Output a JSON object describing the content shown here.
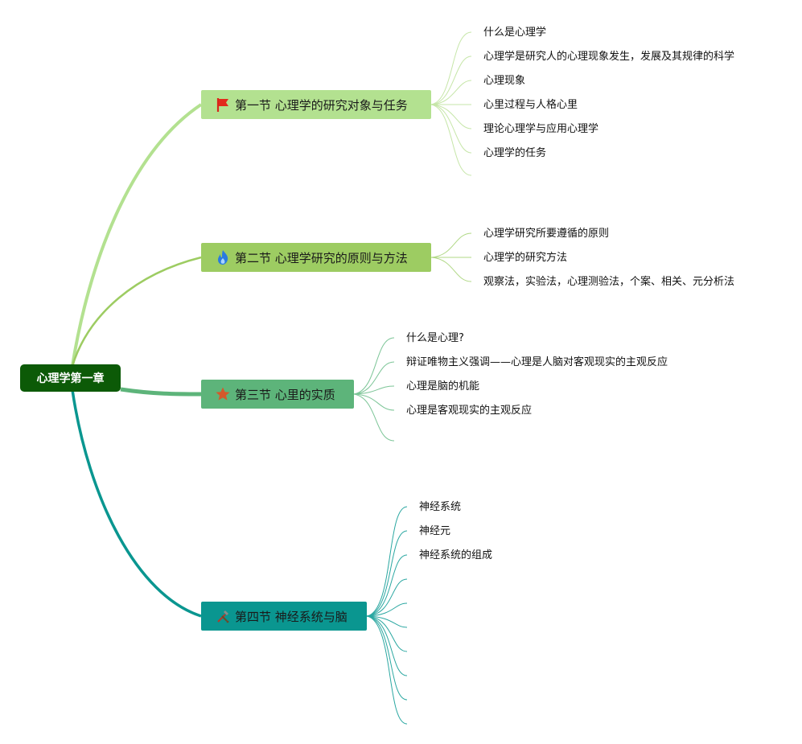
{
  "root": {
    "label": "心理学第一章"
  },
  "branches": [
    {
      "label": "第一节 心理学的研究对象与任务",
      "icon": "red-flag-icon",
      "color": "#b3e190",
      "line_color": "#b3e190",
      "items": [
        "什么是心理学",
        "心理学是研究人的心理现象发生，发展及其规律的科学",
        "心理现象",
        "心里过程与人格心里",
        "理论心理学与应用心理学",
        "心理学的任务"
      ]
    },
    {
      "label": "第二节 心理学研究的原则与方法",
      "icon": "fire-icon",
      "color": "#9dcc62",
      "line_color": "#9dcc62",
      "items": [
        "心理学研究所要遵循的原则",
        "心理学的研究方法",
        "观察法，实验法，心理测验法，个案、相关、元分析法"
      ]
    },
    {
      "label": "第三节 心里的实质",
      "icon": "star-icon",
      "color": "#5db47a",
      "line_color": "#5db47a",
      "items": [
        "什么是心理?",
        "辩证唯物主义强调——心理是人脑对客观现实的主观反应",
        "心理是脑的机能",
        "心理是客观现实的主观反应"
      ]
    },
    {
      "label": "第四节 神经系统与脑",
      "icon": "tools-icon",
      "color": "#0a9690",
      "line_color": "#0a9690",
      "items": [
        "神经系统",
        "神经元",
        "神经系统的组成"
      ]
    }
  ]
}
